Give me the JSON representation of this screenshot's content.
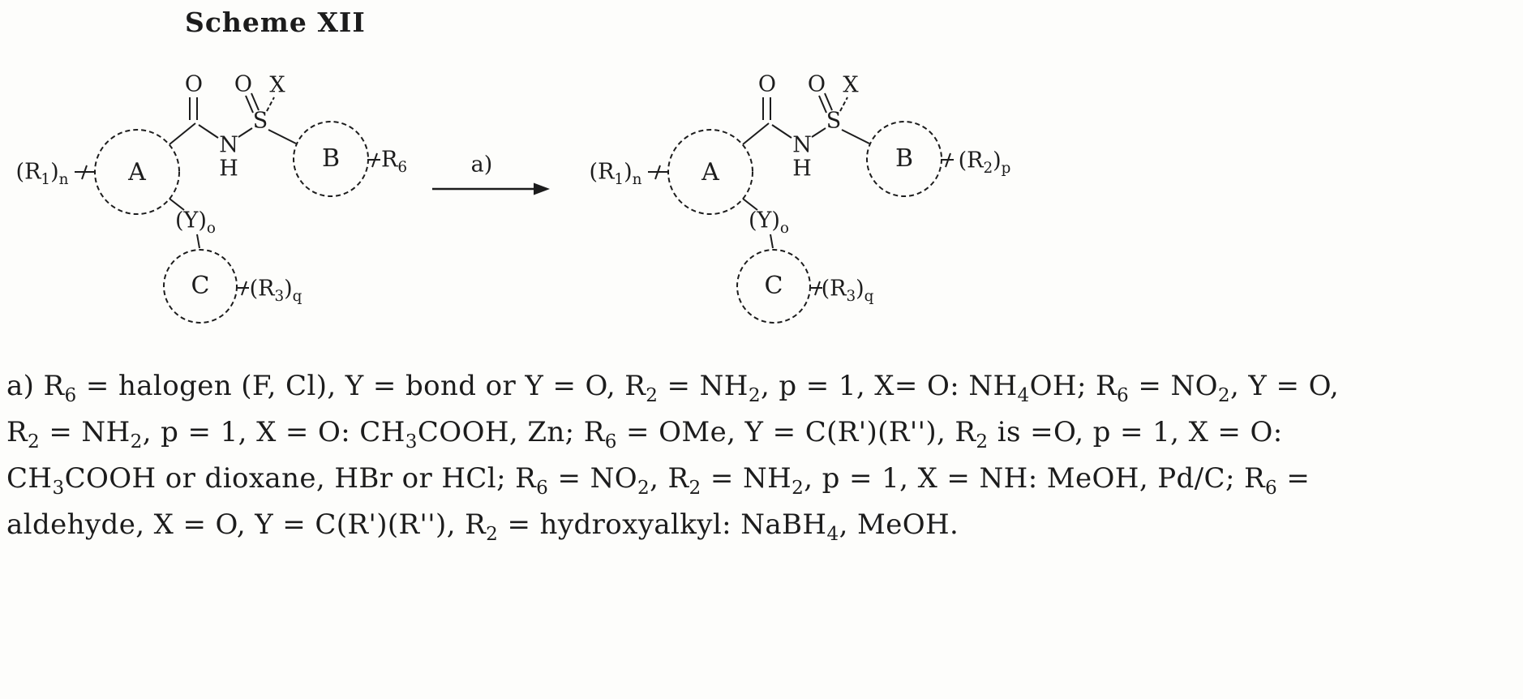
{
  "title": "Scheme XII",
  "arrow": {
    "label": "a)"
  },
  "structures": {
    "left": {
      "labels": {
        "r1n": [
          {
            "t": "(R"
          },
          {
            "t": "1",
            "sub": true
          },
          {
            "t": ")"
          },
          {
            "t": "n",
            "sub": true
          }
        ],
        "ring_a": "A",
        "carbonyl_o": "O",
        "nitrogen": "N",
        "nh_h": "H",
        "sulfur": "S",
        "sulfonyl_o": "O",
        "x": "X",
        "ring_b": "B",
        "r6": [
          {
            "t": "R"
          },
          {
            "t": "6",
            "sub": true
          }
        ],
        "y_o": [
          {
            "t": "(Y)"
          },
          {
            "t": "o",
            "sub": true
          }
        ],
        "ring_c": "C",
        "r3q": [
          {
            "t": "(R"
          },
          {
            "t": "3",
            "sub": true
          },
          {
            "t": ")"
          },
          {
            "t": "q",
            "sub": true
          }
        ]
      }
    },
    "right": {
      "labels": {
        "r1n": [
          {
            "t": "(R"
          },
          {
            "t": "1",
            "sub": true
          },
          {
            "t": ")"
          },
          {
            "t": "n",
            "sub": true
          }
        ],
        "ring_a": "A",
        "carbonyl_o": "O",
        "nitrogen": "N",
        "nh_h": "H",
        "sulfur": "S",
        "sulfonyl_o": "O",
        "x": "X",
        "ring_b": "B",
        "r2p": [
          {
            "t": "(R"
          },
          {
            "t": "2",
            "sub": true
          },
          {
            "t": ")"
          },
          {
            "t": "p",
            "sub": true
          }
        ],
        "y_o": [
          {
            "t": "(Y)"
          },
          {
            "t": "o",
            "sub": true
          }
        ],
        "ring_c": "C",
        "r3q": [
          {
            "t": "(R"
          },
          {
            "t": "3",
            "sub": true
          },
          {
            "t": ")"
          },
          {
            "t": "q",
            "sub": true
          }
        ]
      }
    }
  },
  "conditions": {
    "lines": [
      [
        {
          "t": "a) R"
        },
        {
          "t": "6",
          "sub": true
        },
        {
          "t": " = halogen (F, Cl), Y = bond or Y = O, R"
        },
        {
          "t": "2",
          "sub": true
        },
        {
          "t": " = NH"
        },
        {
          "t": "2",
          "sub": true
        },
        {
          "t": ", p = 1, X= O: NH"
        },
        {
          "t": "4",
          "sub": true
        },
        {
          "t": "OH; R"
        },
        {
          "t": "6",
          "sub": true
        },
        {
          "t": " = NO"
        },
        {
          "t": "2",
          "sub": true
        },
        {
          "t": ", Y = O,"
        }
      ],
      [
        {
          "t": "R"
        },
        {
          "t": "2",
          "sub": true
        },
        {
          "t": " = NH"
        },
        {
          "t": "2",
          "sub": true
        },
        {
          "t": ", p = 1, X = O: CH"
        },
        {
          "t": "3",
          "sub": true
        },
        {
          "t": "COOH, Zn; R"
        },
        {
          "t": "6",
          "sub": true
        },
        {
          "t": " = OMe, Y = C(R')(R''), R"
        },
        {
          "t": "2",
          "sub": true
        },
        {
          "t": " is  =O, p = 1, X = O:"
        }
      ],
      [
        {
          "t": "CH"
        },
        {
          "t": "3",
          "sub": true
        },
        {
          "t": "COOH or dioxane, HBr or HCl; R"
        },
        {
          "t": "6",
          "sub": true
        },
        {
          "t": " = NO"
        },
        {
          "t": "2",
          "sub": true
        },
        {
          "t": ", R"
        },
        {
          "t": "2",
          "sub": true
        },
        {
          "t": " = NH"
        },
        {
          "t": "2",
          "sub": true
        },
        {
          "t": ", p = 1, X = NH: MeOH, Pd/C; R"
        },
        {
          "t": "6",
          "sub": true
        },
        {
          "t": " ="
        }
      ],
      [
        {
          "t": "aldehyde, X = O, Y = C(R')(R''), R"
        },
        {
          "t": "2",
          "sub": true
        },
        {
          "t": " = hydroxyalkyl: NaBH"
        },
        {
          "t": "4",
          "sub": true
        },
        {
          "t": ", MeOH."
        }
      ]
    ]
  }
}
